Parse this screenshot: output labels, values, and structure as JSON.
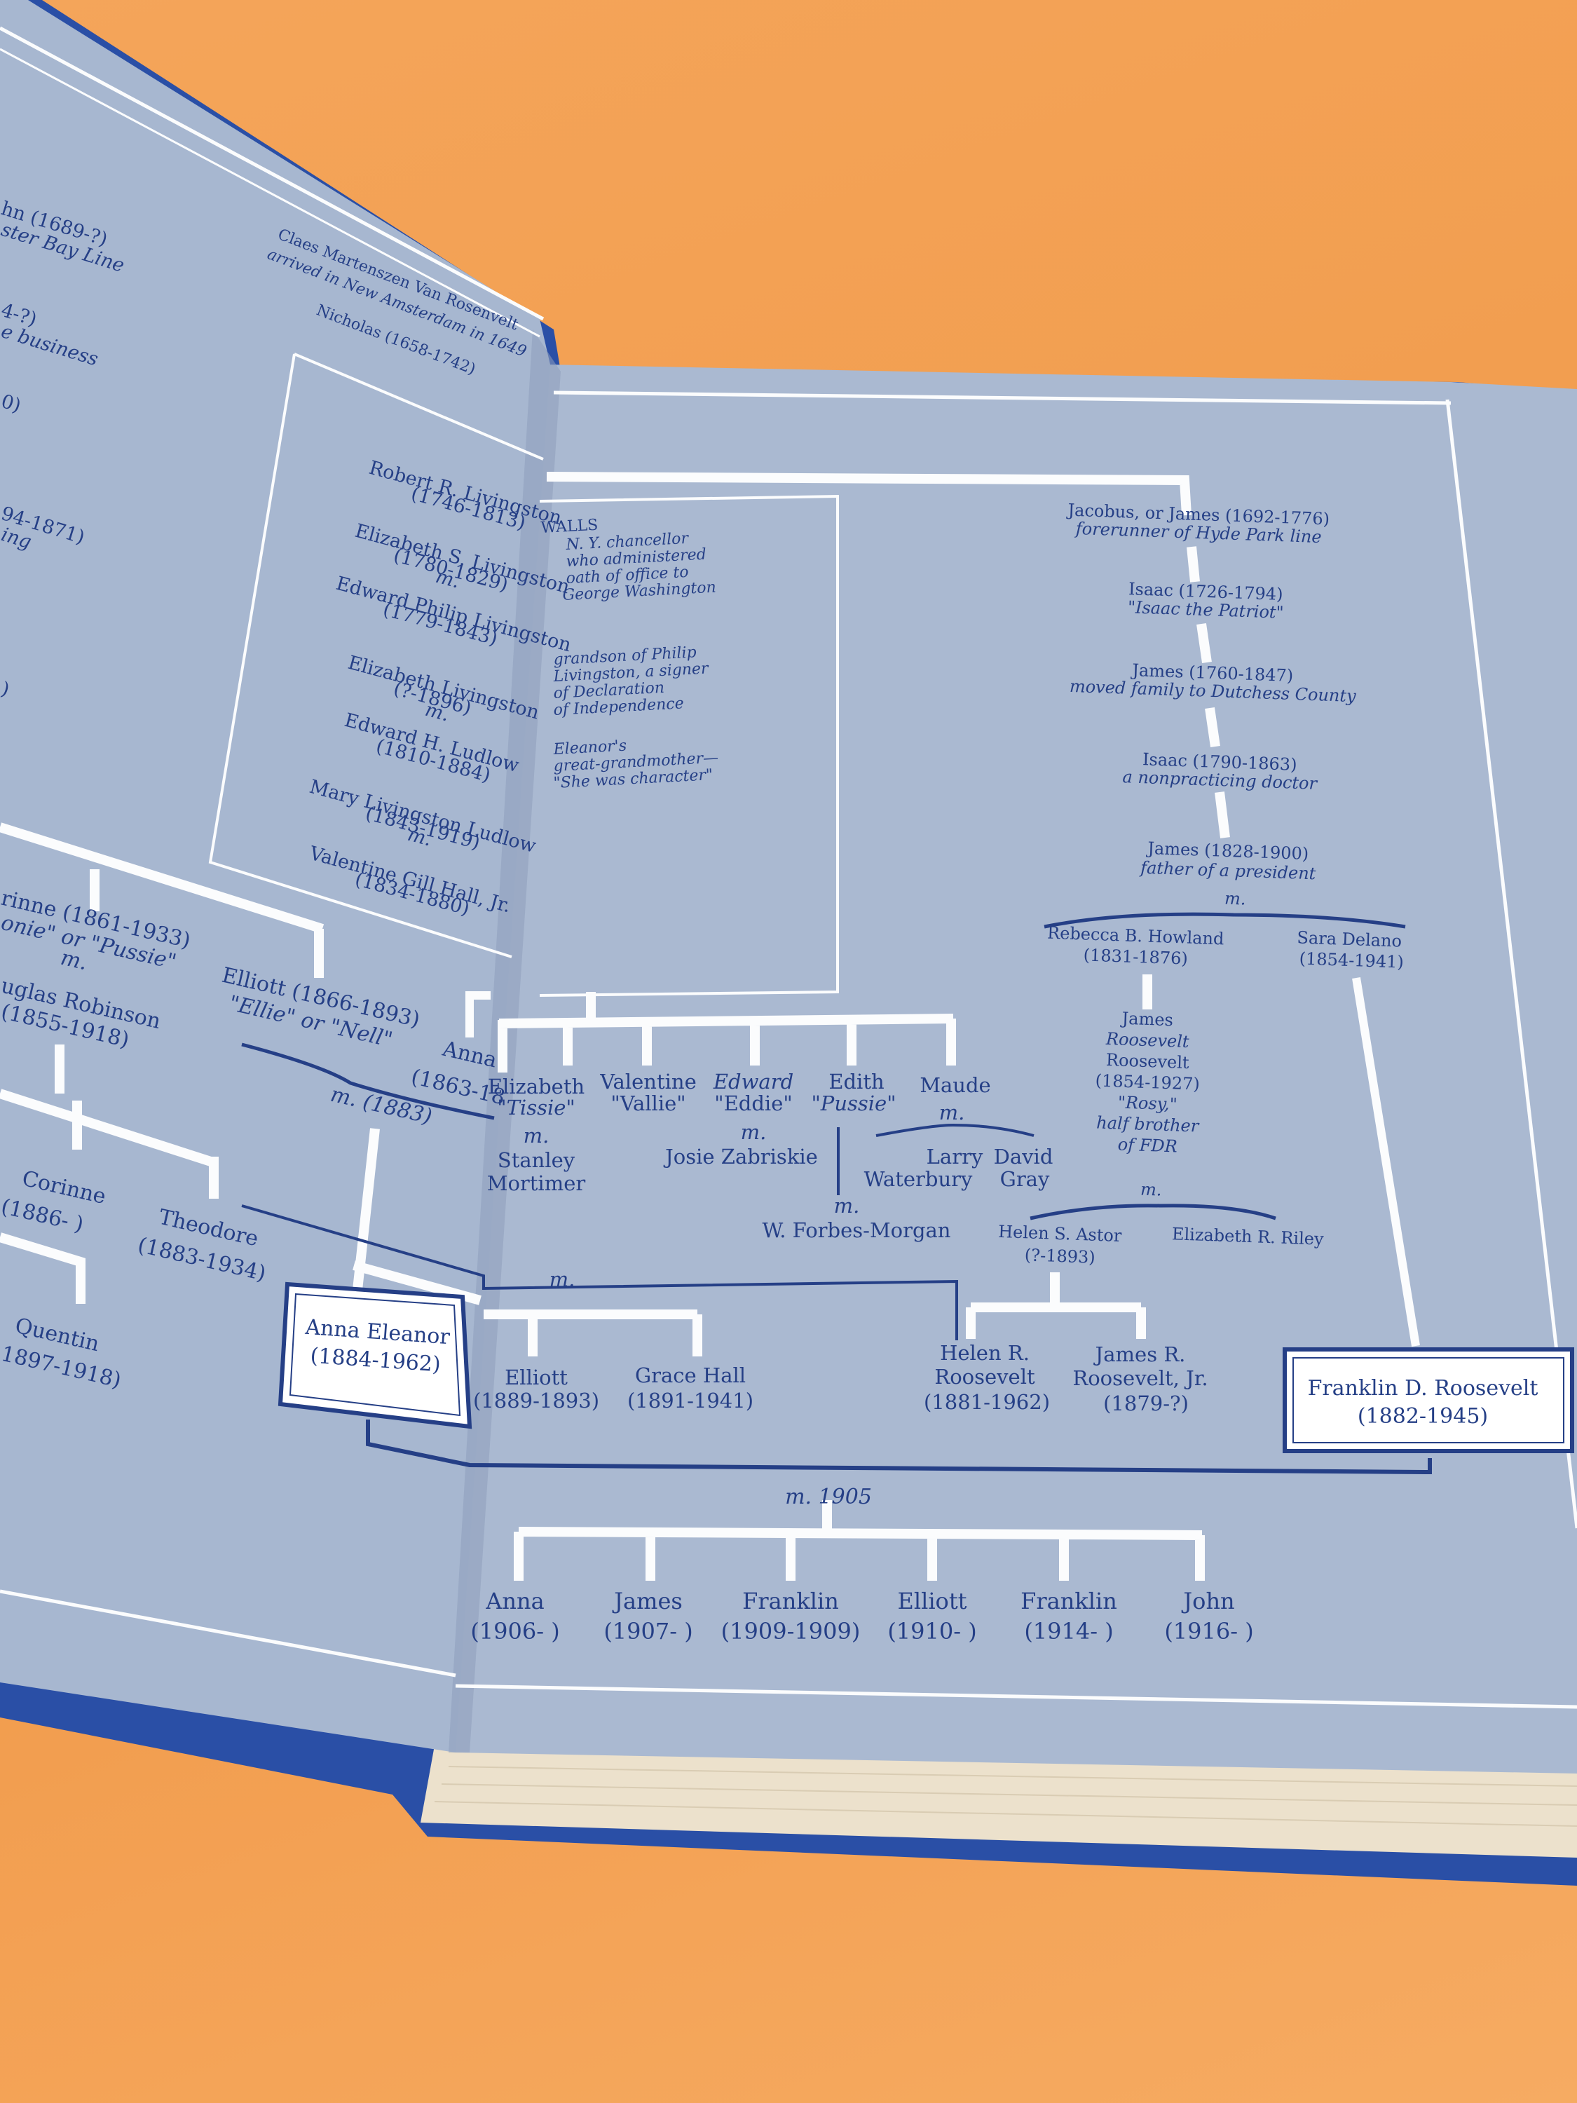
{
  "left_page": {
    "edge": [
      {
        "text": "hn (1689-?)"
      },
      {
        "text": "ster Bay Line"
      },
      {
        "text": "4-?)"
      },
      {
        "text": "e business"
      },
      {
        "text": "0)"
      },
      {
        "text": "94-1871)"
      },
      {
        "text": "ing"
      },
      {
        "text": ")"
      }
    ],
    "top": [
      {
        "text": "Claes Martenszen Van Rosenvelt"
      },
      {
        "text": "arrived in New Amsterdam in 1649"
      },
      {
        "text": "Nicholas (1658-1742)"
      }
    ],
    "livingston": [
      {
        "text": "Robert R. Livingston"
      },
      {
        "text": "(1746-1813)"
      },
      {
        "text": "Elizabeth S. Livingston"
      },
      {
        "text": "(1780-1829)"
      },
      {
        "text": "m."
      },
      {
        "text": "Edward Philip Livingston"
      },
      {
        "text": "(1779-1843)"
      },
      {
        "text": "Elizabeth Livingston"
      },
      {
        "text": "(?-1896)"
      },
      {
        "text": "m."
      },
      {
        "text": "Edward H. Ludlow"
      },
      {
        "text": "(1810-1884)"
      },
      {
        "text": "Mary Livingston Ludlow"
      },
      {
        "text": "(1843-1919)"
      },
      {
        "text": "m."
      },
      {
        "text": "Valentine Gill Hall, Jr."
      },
      {
        "text": "(1834-1880)"
      }
    ],
    "lower": [
      {
        "text": "rinne (1861-1933)"
      },
      {
        "text": "onie\" or \"Pussie\""
      },
      {
        "text": "m."
      },
      {
        "text": "uglas Robinson"
      },
      {
        "text": "(1855-1918)"
      },
      {
        "text": "Elliott (1866-1893)"
      },
      {
        "text": "\"Ellie\" or \"Nell\""
      },
      {
        "text": "Anna"
      },
      {
        "text": "(1863-18"
      },
      {
        "text": "m. (1883)"
      },
      {
        "text": "Corinne"
      },
      {
        "text": "(1886-   )"
      },
      {
        "text": "Theodore"
      },
      {
        "text": "(1883-1934)"
      },
      {
        "text": "Quentin"
      },
      {
        "text": "1897-1918)"
      }
    ],
    "anna_eleanor": {
      "name": "Anna Eleanor",
      "years": "(1884-1962)"
    }
  },
  "right_page": {
    "notes": [
      {
        "text": "WALLS"
      },
      {
        "text": "N. Y. chancellor"
      },
      {
        "text": "who administered"
      },
      {
        "text": "oath of office to"
      },
      {
        "text": "George Washington"
      },
      {
        "text": "grandson of Philip"
      },
      {
        "text": "Livingston, a signer"
      },
      {
        "text": "of Declaration"
      },
      {
        "text": "of Independence"
      },
      {
        "text": "Eleanor's"
      },
      {
        "text": "great-grandmother—"
      },
      {
        "text": "\"She was character\""
      }
    ],
    "hyde_park": [
      {
        "text": "Jacobus, or James (1692-1776)"
      },
      {
        "text": "forerunner of Hyde Park line"
      },
      {
        "text": "Isaac (1726-1794)"
      },
      {
        "text": "\"Isaac the Patriot\""
      },
      {
        "text": "James (1760-1847)"
      },
      {
        "text": "moved family to Dutchess County"
      },
      {
        "text": "Isaac (1790-1863)"
      },
      {
        "text": "a nonpracticing doctor"
      },
      {
        "text": "James (1828-1900)"
      },
      {
        "text": "father of a president"
      },
      {
        "text": "m."
      },
      {
        "text": "Rebecca B. Howland"
      },
      {
        "text": "(1831-1876)"
      },
      {
        "text": "Sara Delano"
      },
      {
        "text": "(1854-1941)"
      },
      {
        "text": "James"
      },
      {
        "text": "Roosevelt"
      },
      {
        "text": "Roosevelt"
      },
      {
        "text": "(1854-1927)"
      },
      {
        "text": "\"Rosy,\""
      },
      {
        "text": "half brother"
      },
      {
        "text": "of FDR"
      },
      {
        "text": "m."
      },
      {
        "text": "Helen S. Astor"
      },
      {
        "text": "(?-1893)"
      },
      {
        "text": "Elizabeth R. Riley"
      }
    ],
    "hall_children": [
      {
        "text": "Elizabeth"
      },
      {
        "text": "\"Tissie\""
      },
      {
        "text": "m."
      },
      {
        "text": "Stanley"
      },
      {
        "text": "Mortimer"
      },
      {
        "text": "Valentine"
      },
      {
        "text": "\"Vallie\""
      },
      {
        "text": "Edward"
      },
      {
        "text": "\"Eddie\""
      },
      {
        "text": "m."
      },
      {
        "text": "Josie Zabriskie"
      },
      {
        "text": "Edith"
      },
      {
        "text": "\"Pussie\""
      },
      {
        "text": "m."
      },
      {
        "text": "W. Forbes-Morgan"
      },
      {
        "text": "Maude"
      },
      {
        "text": "m."
      },
      {
        "text": "Larry"
      },
      {
        "text": "Waterbury"
      },
      {
        "text": "David"
      },
      {
        "text": "Gray"
      }
    ],
    "middle": [
      {
        "text": "m."
      },
      {
        "text": "Elliott"
      },
      {
        "text": "(1889-1893)"
      },
      {
        "text": "Grace Hall"
      },
      {
        "text": "(1891-1941)"
      },
      {
        "text": "Helen R."
      },
      {
        "text": "Roosevelt"
      },
      {
        "text": "(1881-1962)"
      },
      {
        "text": "James R."
      },
      {
        "text": "Roosevelt, Jr."
      },
      {
        "text": "(1879-?)"
      }
    ],
    "fdr": {
      "name": "Franklin D. Roosevelt",
      "years": "(1882-1945)"
    },
    "marriage": "m. 1905",
    "children": [
      {
        "name": "Anna",
        "years": "(1906-   )"
      },
      {
        "name": "James",
        "years": "(1907-   )"
      },
      {
        "name": "Franklin",
        "years": "(1909-1909)"
      },
      {
        "name": "Elliott",
        "years": "(1910-   )"
      },
      {
        "name": "Franklin",
        "years": "(1914-   )"
      },
      {
        "name": "John",
        "years": "(1916-   )"
      }
    ]
  }
}
